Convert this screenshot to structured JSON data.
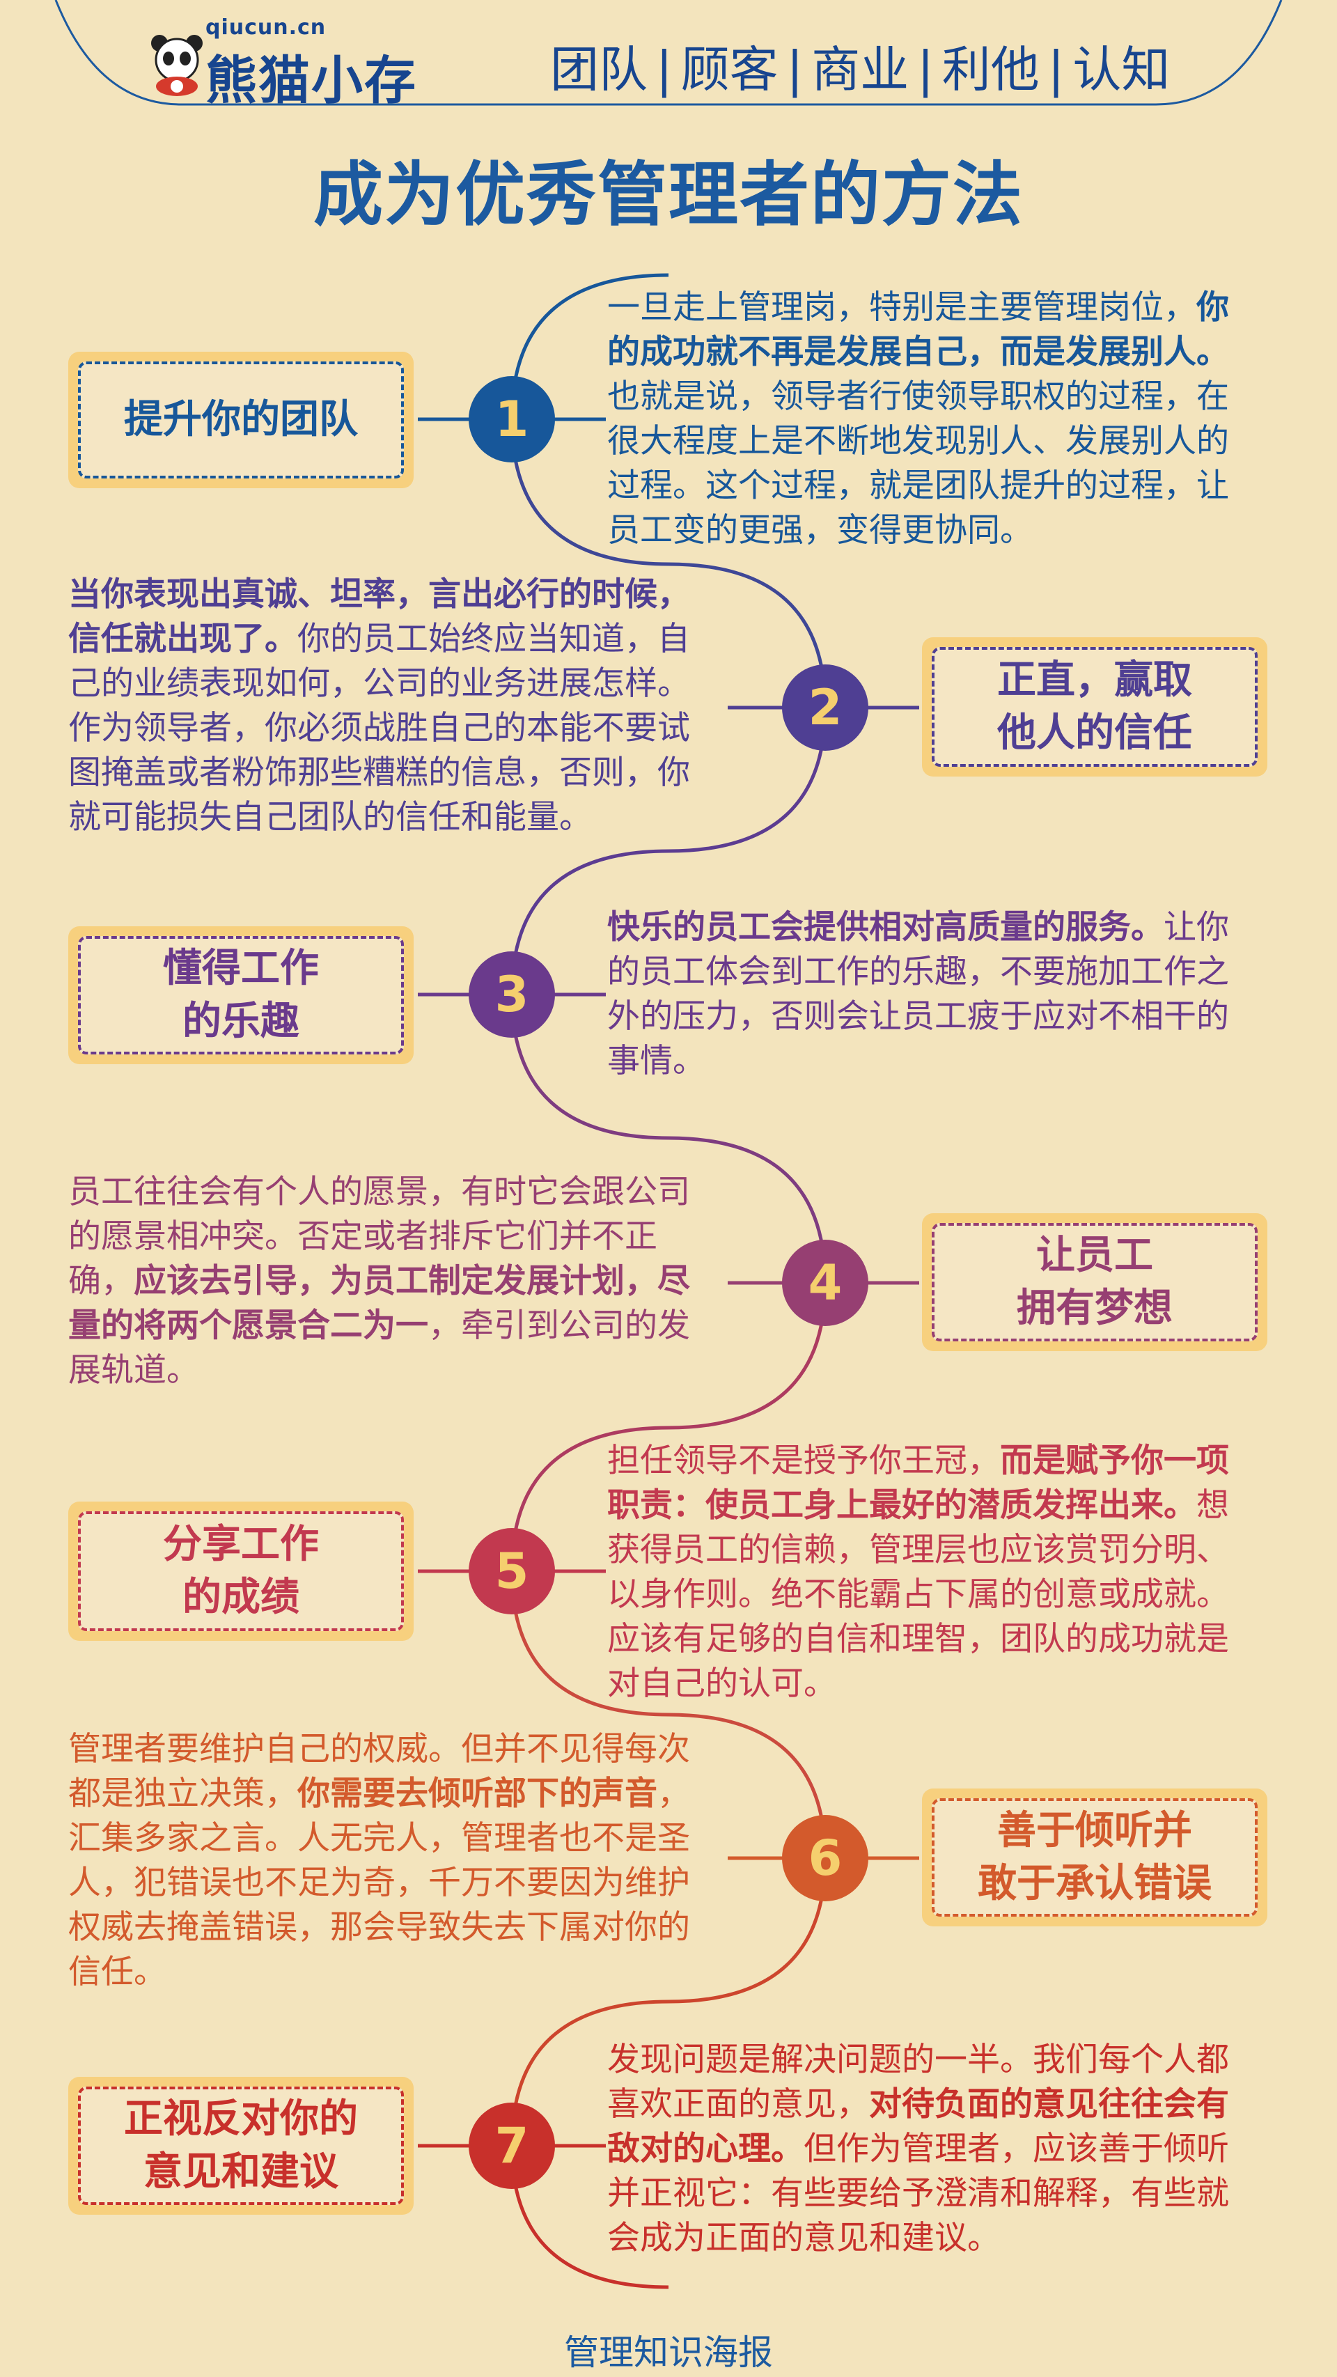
{
  "header": {
    "logo_url": "qiucun.cn",
    "logo_name": "熊猫小存",
    "nav": [
      "团队",
      "顾客",
      "商业",
      "利他",
      "认知"
    ],
    "nav_sep": "|"
  },
  "title": "成为优秀管理者的方法",
  "colors": [
    "#17579a",
    "#4f3f93",
    "#6a3a8c",
    "#963f72",
    "#c2394f",
    "#d35a2c",
    "#c8302b"
  ],
  "items": [
    {
      "number": "1",
      "label_line1": "提升你的团队",
      "label_line2": "",
      "desc": [
        {
          "t": "一旦走上管理岗，特别是主要管理岗位，",
          "b": false
        },
        {
          "t": "你的成功就不再是发展自己，而是发展别人。",
          "b": true
        },
        {
          "t": "也就是说，领导者行使领导职权的过程，在很大程度上是不断地发现别人、发展别人的过程。这个过程，就是团队提升的过程，让员工变的更强，变得更协同。",
          "b": false
        }
      ]
    },
    {
      "number": "2",
      "label_line1": "正直，赢取",
      "label_line2": "他人的信任",
      "desc": [
        {
          "t": "当你表现出真诚、坦率，言出必行的时候，信任就出现了。",
          "b": true
        },
        {
          "t": "你的员工始终应当知道，自己的业绩表现如何，公司的业务进展怎样。作为领导者，你必须战胜自己的本能不要试图掩盖或者粉饰那些糟糕的信息，否则，你就可能损失自己团队的信任和能量。",
          "b": false
        }
      ]
    },
    {
      "number": "3",
      "label_line1": "懂得工作",
      "label_line2": "的乐趣",
      "desc": [
        {
          "t": "快乐的员工会提供相对高质量的服务。",
          "b": true
        },
        {
          "t": "让你的员工体会到工作的乐趣，不要施加工作之外的压力，否则会让员工疲于应对不相干的事情。",
          "b": false
        }
      ]
    },
    {
      "number": "4",
      "label_line1": "让员工",
      "label_line2": "拥有梦想",
      "desc": [
        {
          "t": "员工往往会有个人的愿景，有时它会跟公司的愿景相冲突。否定或者排斥它们并不正确，",
          "b": false
        },
        {
          "t": "应该去引导，为员工制定发展计划，尽量的将两个愿景合二为一",
          "b": true
        },
        {
          "t": "，牵引到公司的发展轨道。",
          "b": false
        }
      ]
    },
    {
      "number": "5",
      "label_line1": "分享工作",
      "label_line2": "的成绩",
      "desc": [
        {
          "t": "担任领导不是授予你王冠，",
          "b": false
        },
        {
          "t": "而是赋予你一项职责：使员工身上最好的潜质发挥出来。",
          "b": true
        },
        {
          "t": "想获得员工的信赖，管理层也应该赏罚分明、以身作则。绝不能霸占下属的创意或成就。应该有足够的自信和理智，团队的成功就是对自己的认可。",
          "b": false
        }
      ]
    },
    {
      "number": "6",
      "label_line1": "善于倾听并",
      "label_line2": "敢于承认错误",
      "desc": [
        {
          "t": "管理者要维护自己的权威。但并不见得每次都是独立决策，",
          "b": false
        },
        {
          "t": "你需要去倾听部下的声音",
          "b": true
        },
        {
          "t": "，汇集多家之言。人无完人，管理者也不是圣人，犯错误也不足为奇，千万不要因为维护权威去掩盖错误，那会导致失去下属对你的信任。",
          "b": false
        }
      ]
    },
    {
      "number": "7",
      "label_line1": "正视反对你的",
      "label_line2": "意见和建议",
      "desc": [
        {
          "t": "发现问题是解决问题的一半。我们每个人都喜欢正面的意见，",
          "b": false
        },
        {
          "t": "对待负面的意见往往会有敌对的心理。",
          "b": true
        },
        {
          "t": "但作为管理者，应该善于倾听并正视它：有些要给予澄清和解释，有些就会成为正面的意见和建议。",
          "b": false
        }
      ]
    }
  ],
  "footer": "管理知识海报"
}
